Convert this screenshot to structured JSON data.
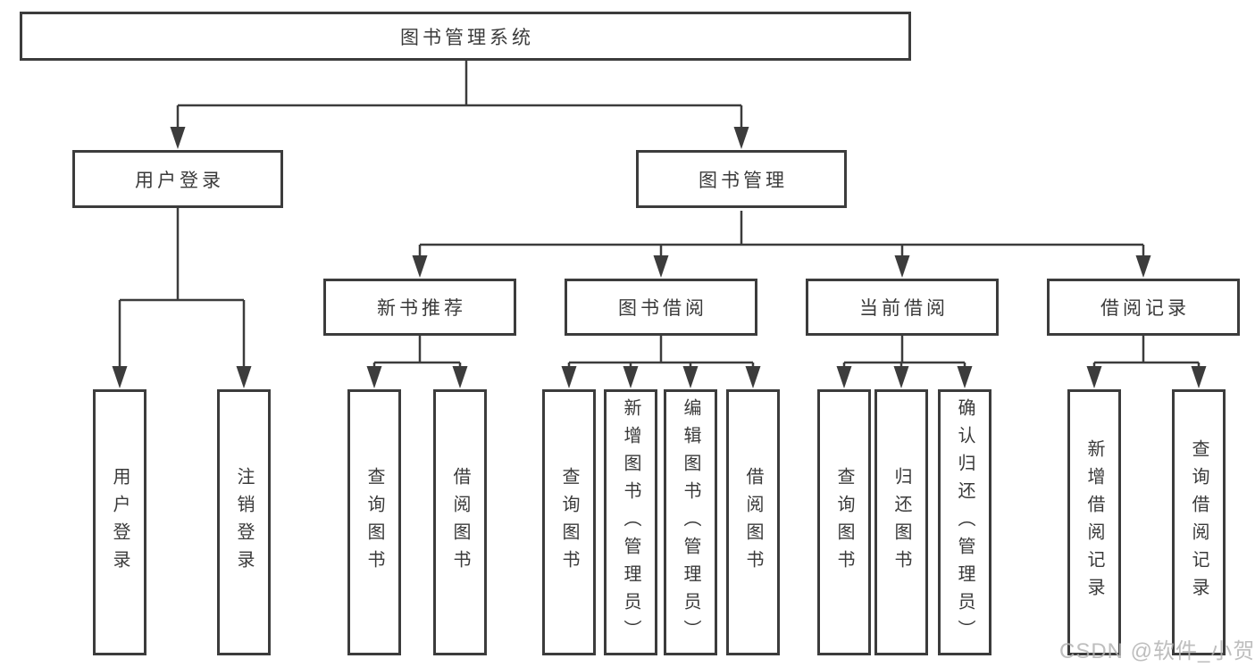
{
  "tree": {
    "label": "图书管理系统",
    "children": [
      {
        "label": "用户登录",
        "children": [
          {
            "label": "用户登录"
          },
          {
            "label": "注销登录"
          }
        ]
      },
      {
        "label": "图书管理",
        "children": [
          {
            "label": "新书推荐",
            "children": [
              {
                "label": "查询图书"
              },
              {
                "label": "借阅图书"
              }
            ]
          },
          {
            "label": "图书借阅",
            "children": [
              {
                "label": "查询图书"
              },
              {
                "label": "新增图书（管理员）"
              },
              {
                "label": "编辑图书（管理员）"
              },
              {
                "label": "借阅图书"
              }
            ]
          },
          {
            "label": "当前借阅",
            "children": [
              {
                "label": "查询图书"
              },
              {
                "label": "归还图书"
              },
              {
                "label": "确认归还（管理员）"
              }
            ]
          },
          {
            "label": "借阅记录",
            "children": [
              {
                "label": "新增借阅记录"
              },
              {
                "label": "查询借阅记录"
              }
            ]
          }
        ]
      }
    ]
  },
  "watermark": {
    "text": "CSDN @软件_小贺同学"
  },
  "colors": {
    "line": "#3c3c3c",
    "text": "#3a3a3a",
    "box_background": "#ffffff",
    "watermark": "#b3b3b3"
  }
}
